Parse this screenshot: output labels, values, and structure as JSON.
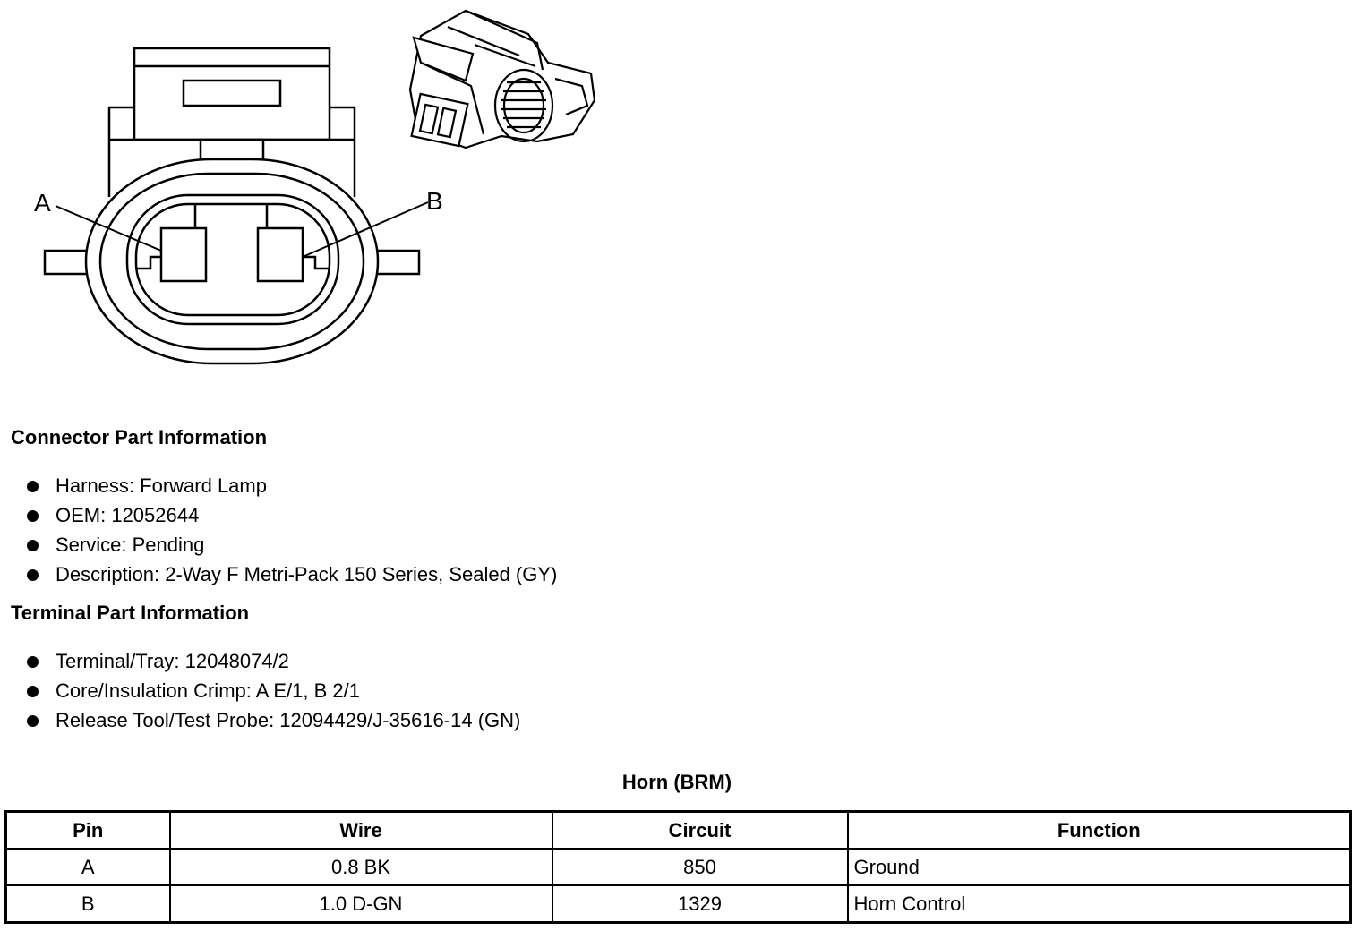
{
  "diagram": {
    "pin_labels": [
      "A",
      "B"
    ]
  },
  "connector_info": {
    "title": "Connector Part Information",
    "items": [
      "Harness: Forward Lamp",
      "OEM: 12052644",
      "Service: Pending",
      "Description: 2-Way F Metri-Pack 150 Series, Sealed (GY)"
    ]
  },
  "terminal_info": {
    "title": "Terminal Part Information",
    "items": [
      "Terminal/Tray: 12048074/2",
      "Core/Insulation Crimp: A E/1, B 2/1",
      "Release Tool/Test Probe: 12094429/J-35616-14 (GN)"
    ]
  },
  "table": {
    "title": "Horn (BRM)",
    "headers": [
      "Pin",
      "Wire",
      "Circuit",
      "Function"
    ],
    "rows": [
      [
        "A",
        "0.8 BK",
        "850",
        "Ground"
      ],
      [
        "B",
        "1.0 D-GN",
        "1329",
        "Horn Control"
      ]
    ]
  }
}
